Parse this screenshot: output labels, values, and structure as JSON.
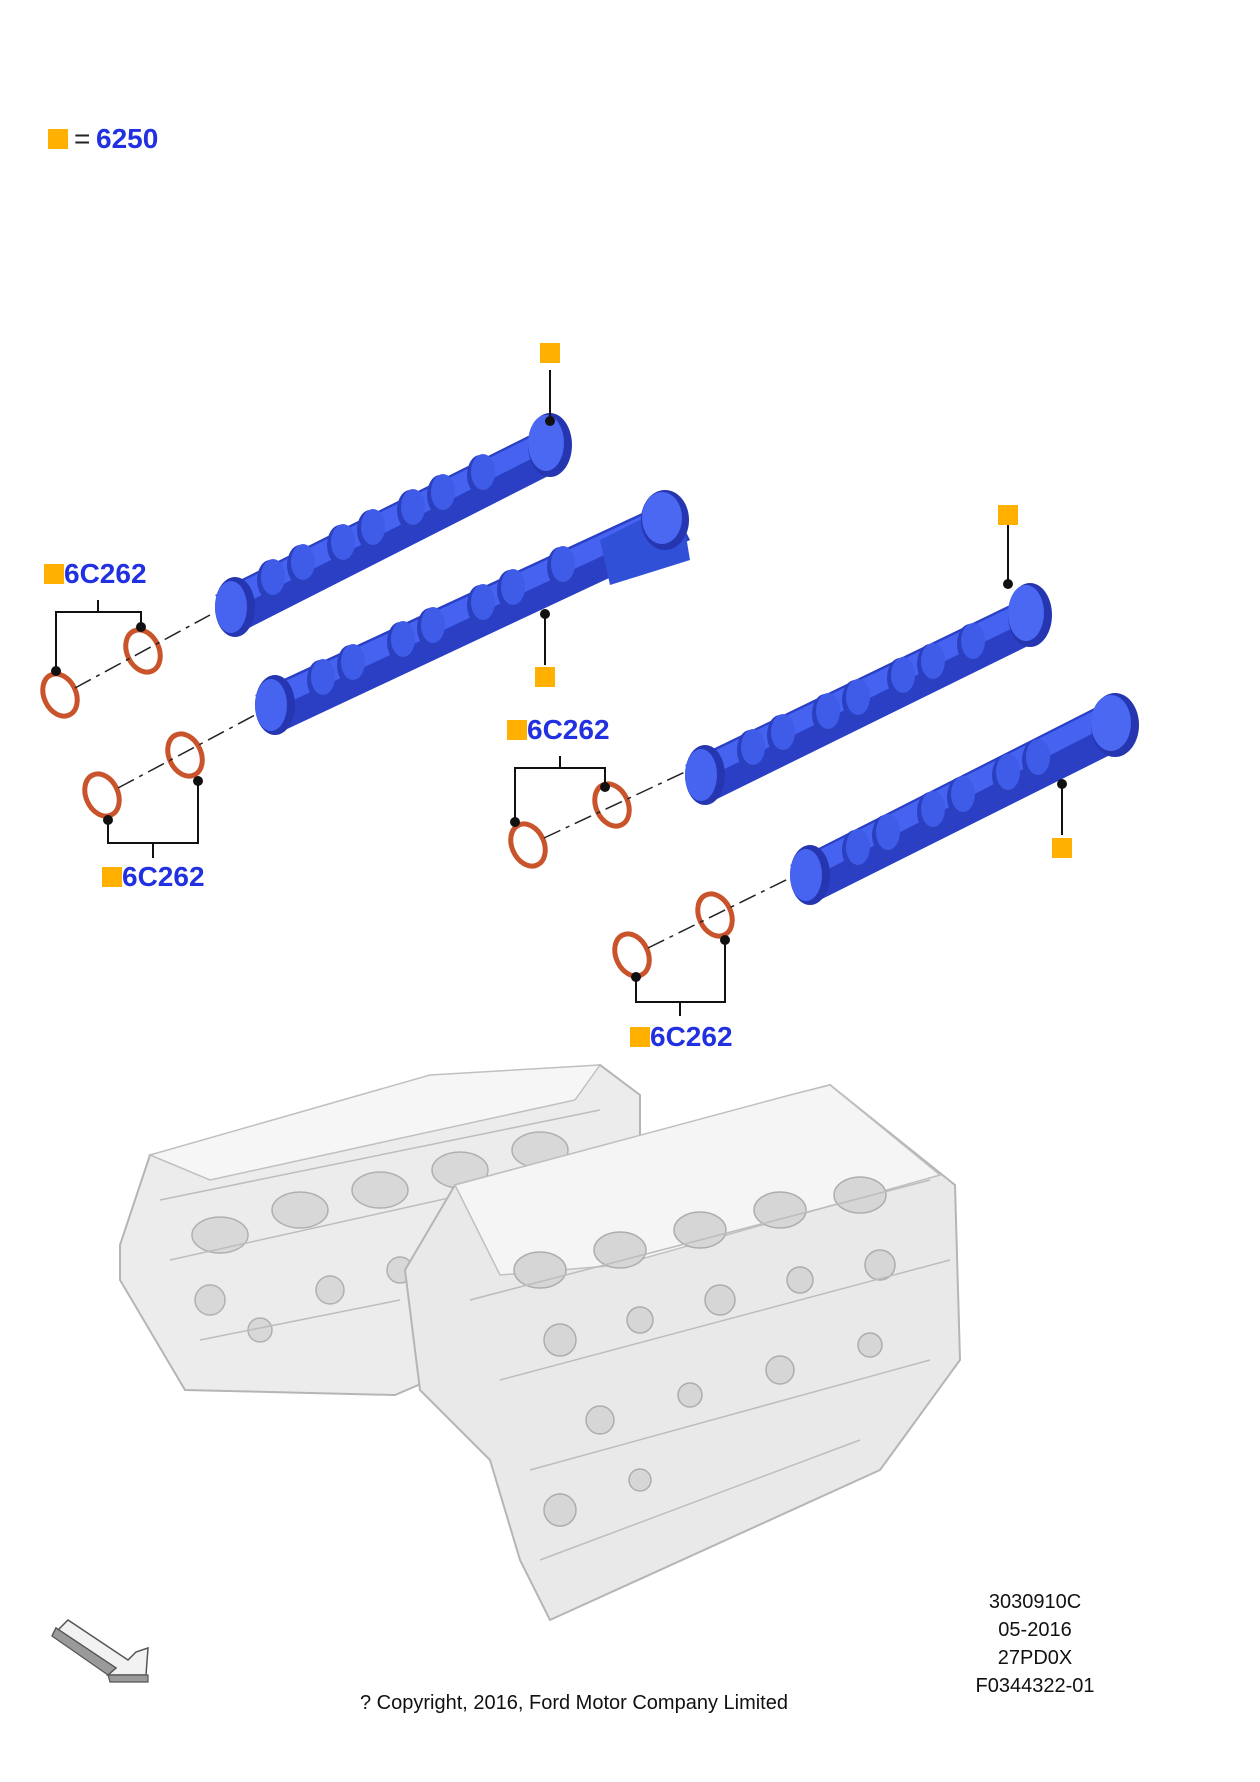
{
  "legend": {
    "symbol_color": "#ffb000",
    "equals": "=",
    "part_number": "6250"
  },
  "callouts": {
    "seal_label_1": "6C262",
    "seal_label_2": "6C262",
    "seal_label_3": "6C262",
    "seal_label_4": "6C262"
  },
  "reference": {
    "illustration_id": "3030910C",
    "date": "05-2016",
    "code": "27PD0X",
    "figure_id": "F0344322-01"
  },
  "copyright": "? Copyright, 2016, Ford Motor Company Limited",
  "colors": {
    "camshaft": "#3a55e0",
    "camshaft_shade": "#2638b0",
    "seal": "#c9532a",
    "callout_text": "#2130e0",
    "marker": "#ffb000",
    "cylinder_head": "#e6e6e6"
  },
  "icons": [
    "direction-arrow-icon"
  ]
}
